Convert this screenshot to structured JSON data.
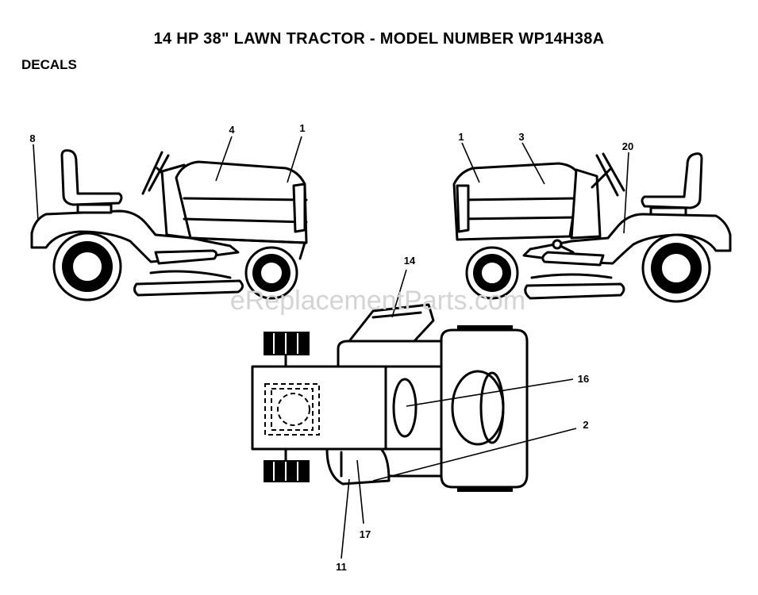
{
  "header": {
    "title": "14 HP 38\" LAWN TRACTOR - MODEL NUMBER WP14H38A",
    "section": "DECALS"
  },
  "watermark": "eReplacementParts.com",
  "callouts": {
    "c8": "8",
    "c4": "4",
    "c1_left": "1",
    "c1_right": "1",
    "c3": "3",
    "c20": "20",
    "c14": "14",
    "c16": "16",
    "c2": "2",
    "c17": "17",
    "c11": "11"
  }
}
